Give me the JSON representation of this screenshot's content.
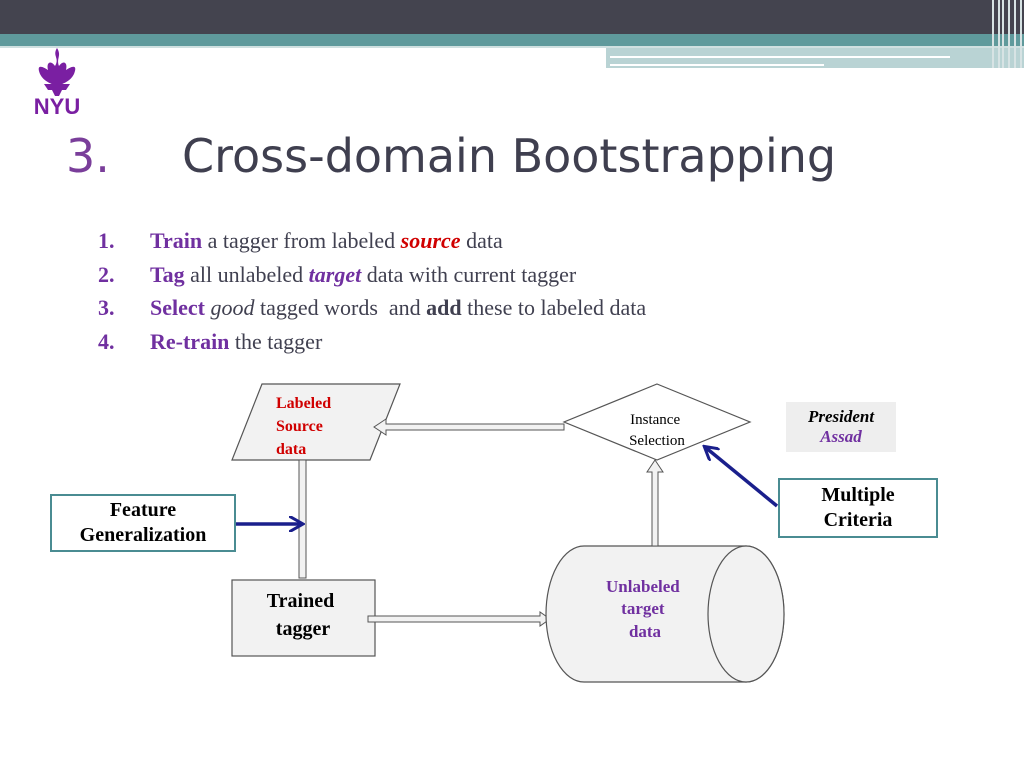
{
  "slide": {
    "logo_text": "NYU",
    "title_number": "3.",
    "title_text": "Cross-domain Bootstrapping"
  },
  "steps": [
    {
      "num": "1.",
      "verb": "Train",
      "t1": " a tagger from labeled ",
      "em": "source",
      "t2": " data"
    },
    {
      "num": "2.",
      "verb": "Tag",
      "t1": " all unlabeled ",
      "em": "target",
      "t2": " data with current tagger"
    },
    {
      "num": "3.",
      "verb": "Select",
      "t1": " ",
      "em": "good",
      "t2": " tagged words  and ",
      "bold": "add",
      "t3": " these to labeled data"
    },
    {
      "num": "4.",
      "verb": "Re-train",
      "t1": " the tagger"
    }
  ],
  "diagram": {
    "labeled_source": [
      "Labeled",
      "Source",
      "data"
    ],
    "instance_selection": [
      "Instance",
      "Selection"
    ],
    "president": [
      "President",
      "Assad"
    ],
    "feature_generalization": [
      "Feature",
      "Generalization"
    ],
    "multiple_criteria": [
      "Multiple",
      "Criteria"
    ],
    "trained_tagger": [
      "Trained",
      "tagger"
    ],
    "unlabeled_target": [
      "Unlabeled",
      "target",
      "data"
    ]
  },
  "colors": {
    "purple": "#7030a0",
    "red": "#d00000",
    "teal": "#4a8c92",
    "arrow_blue": "#1a1f8c"
  }
}
